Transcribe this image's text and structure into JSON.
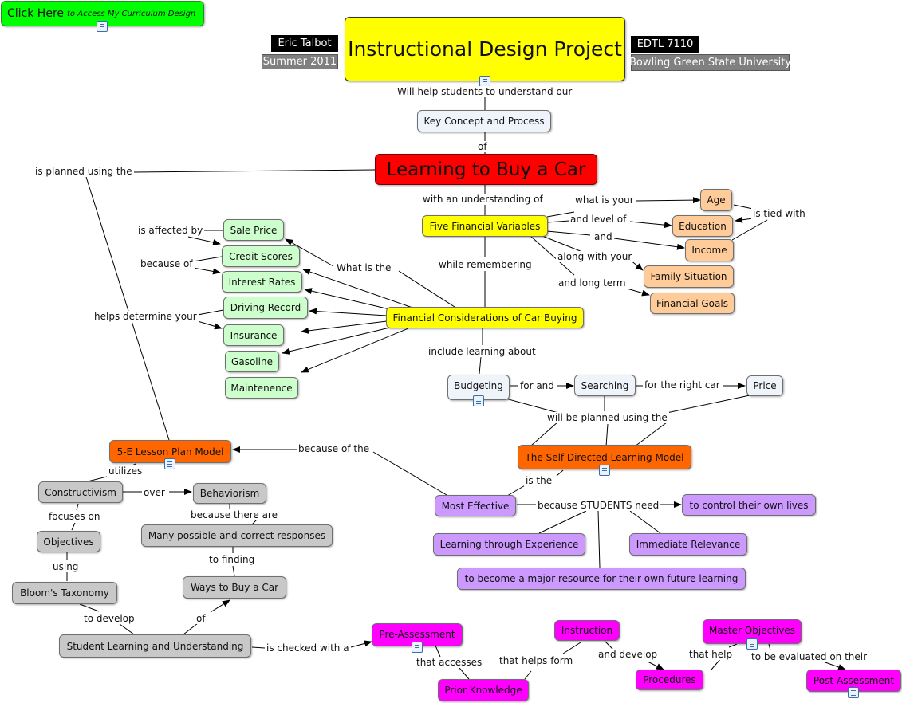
{
  "header": {
    "title": "Instructional Design Project",
    "author": "Eric Talbot",
    "term": "Summer 2011",
    "course": "EDTL 7110",
    "university": "Bowling Green State University",
    "access_link": {
      "main": "Click Here",
      "sub": "to Access My Curriculum Design"
    }
  },
  "colors": {
    "yellow": "#ffff00",
    "red": "#ff0000",
    "green": "#ccffcc",
    "peach": "#ffcc99",
    "orange": "#ff6600",
    "gray": "#c8c8c8",
    "lavender": "#cc99ff",
    "magenta": "#ff00ff",
    "link_green": "#00ff00"
  },
  "concepts": {
    "key_concept": "Key Concept and Process",
    "main_topic": "Learning to Buy a Car",
    "five_variables": "Five Financial Variables",
    "age": "Age",
    "education": "Education",
    "income": "Income",
    "family": "Family Situation",
    "goals": "Financial Goals",
    "sale_price": "Sale Price",
    "credit": "Credit Scores",
    "interest": "Interest Rates",
    "driving": "Driving Record",
    "insurance": "Insurance",
    "gasoline": "Gasoline",
    "maintenance": "Maintenence",
    "considerations": "Financial Considerations of Car Buying",
    "budgeting": "Budgeting",
    "searching": "Searching",
    "price": "Price",
    "sdlm": "The Self-Directed Learning Model",
    "five_e": "5-E Lesson Plan Model",
    "constructivism": "Constructivism",
    "behaviorism": "Behaviorism",
    "objectives": "Objectives",
    "many_responses": "Many possible and correct responses",
    "blooms": "Bloom's Taxonomy",
    "ways": "Ways to Buy a Car",
    "student_learning": "Student Learning and Understanding",
    "most_effective": "Most Effective",
    "control_lives": "to control their own lives",
    "learning_exp": "Learning through Experience",
    "immediate_rel": "Immediate Relevance",
    "major_resource": "to become a major resource for their own future learning",
    "pre_assessment": "Pre-Assessment",
    "prior_knowledge": "Prior Knowledge",
    "instruction": "Instruction",
    "procedures": "Procedures",
    "master_obj": "Master Objectives",
    "post_assessment": "Post-Assessment"
  },
  "link_labels": {
    "will_help": "Will help students to understand our",
    "of": "of",
    "planned_using": "is planned using the",
    "with_understanding": "with an understanding of",
    "what_is_your": "what is your",
    "level_of": "and level of",
    "and": "and",
    "along_with": "along with your",
    "long_term": "and long term",
    "tied_with": "is tied with",
    "affected_by": "is affected by",
    "because_of": "because of",
    "what_is_the": "What is the",
    "while_remembering": "while remembering",
    "helps_determine": "helps determine your",
    "include_learning": "include learning about",
    "for_and": "for and",
    "for_right_car": "for the right car",
    "planned_using_the": "will be planned using the",
    "because_of_the": "because of the",
    "utilizes": "utilizes",
    "over": "over",
    "is_the": "is the",
    "because_students": "because STUDENTS need",
    "focuses_on": "focuses on",
    "because_there_are": "because there are",
    "using": "using",
    "to_finding": "to finding",
    "to_develop": "to develop",
    "of_ways": "of",
    "checked_with": "is checked with a",
    "that_accesses": "that accesses",
    "that_helps_form": "that helps form",
    "and_develop": "and develop",
    "that_help": "that help",
    "evaluated": "to be evaluated on their"
  }
}
